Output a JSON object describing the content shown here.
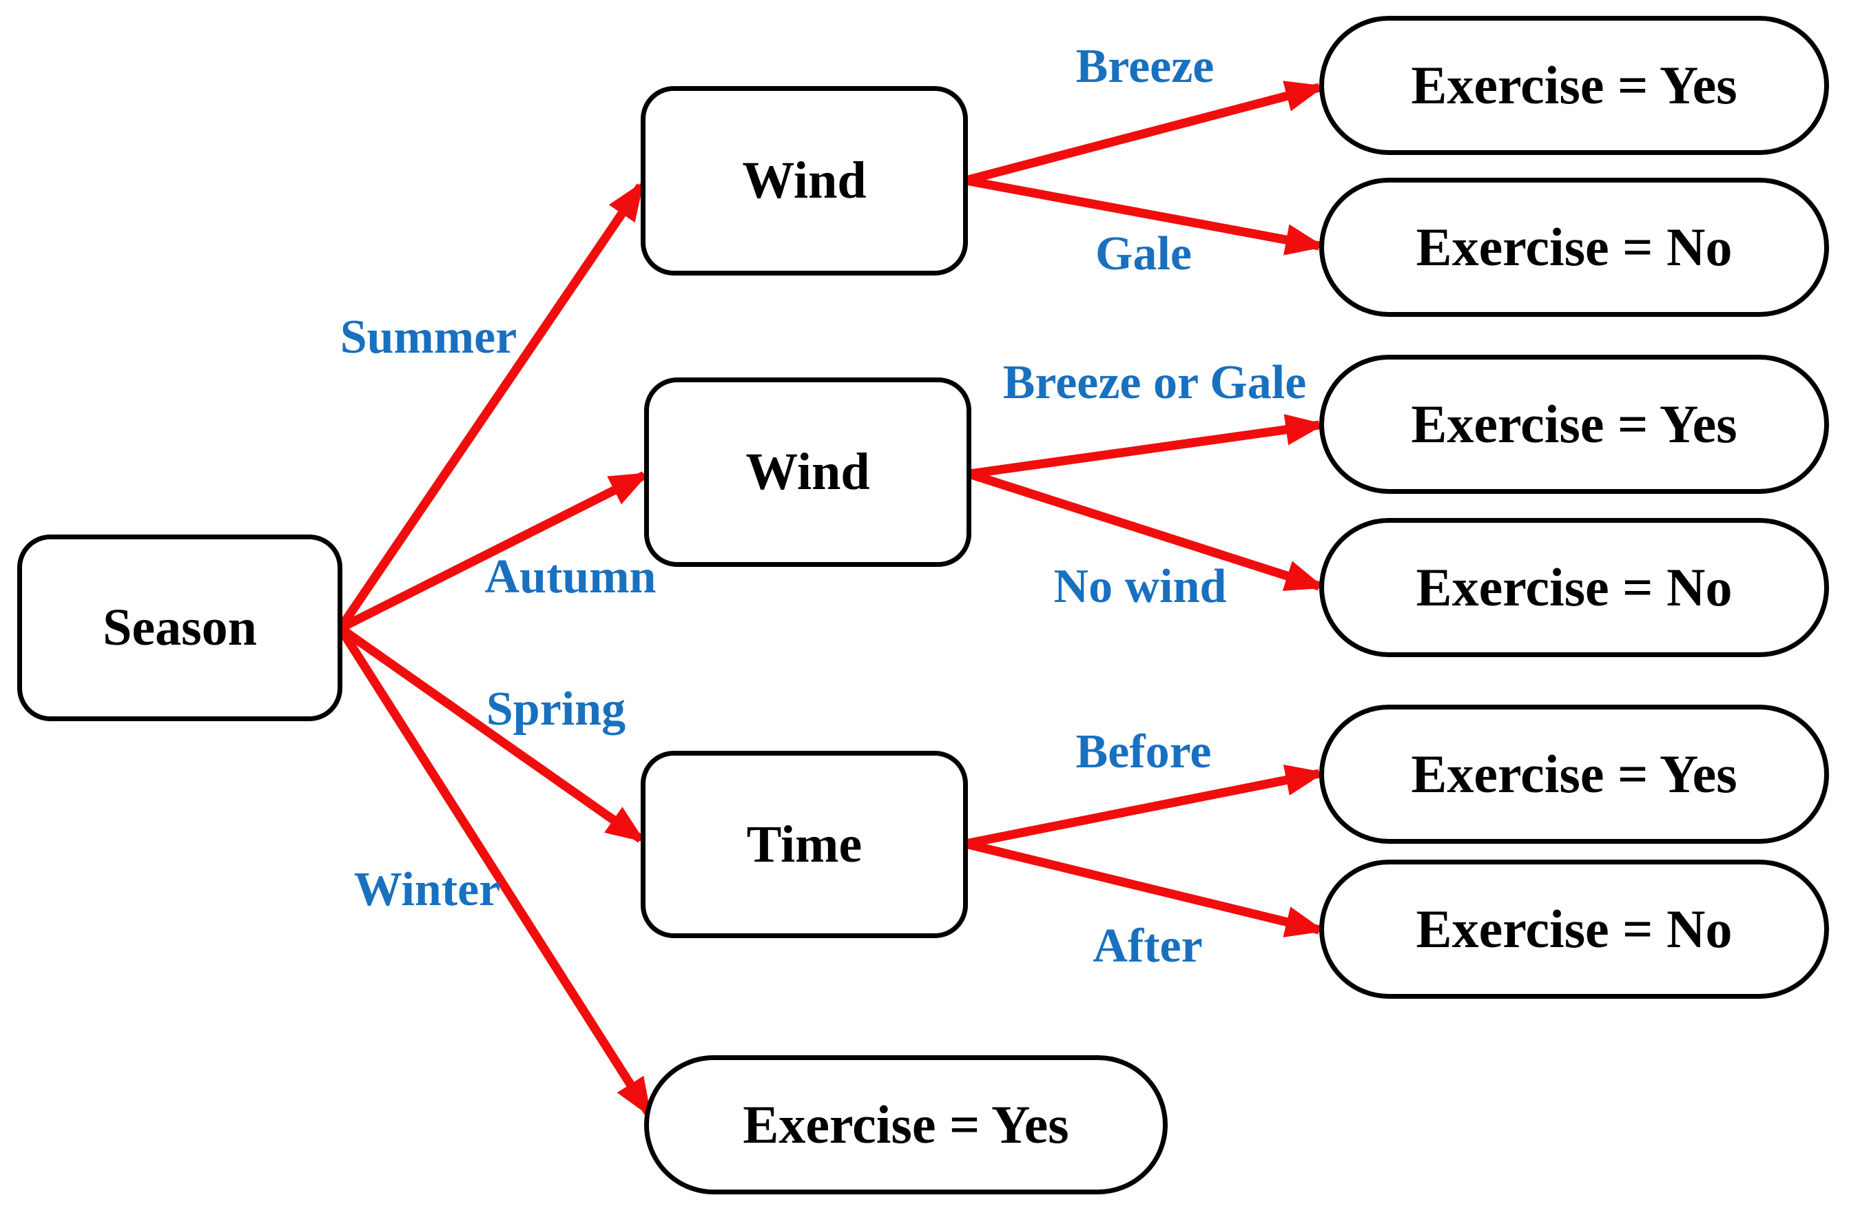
{
  "diagram": {
    "colors": {
      "arrow": "#f10d0d",
      "edge_label_text": "#1970bf",
      "node_border": "#000000",
      "node_text": "#000000",
      "background": "#ffffff"
    },
    "root": {
      "label": "Season"
    },
    "decision_nodes": [
      {
        "id": "wind-summer",
        "label": "Wind"
      },
      {
        "id": "wind-autumn",
        "label": "Wind"
      },
      {
        "id": "time-spring",
        "label": "Time"
      }
    ],
    "leaf_nodes": [
      {
        "id": "leaf-summer-breeze",
        "label": "Exercise = Yes"
      },
      {
        "id": "leaf-summer-gale",
        "label": "Exercise = No"
      },
      {
        "id": "leaf-autumn-wind",
        "label": "Exercise = Yes"
      },
      {
        "id": "leaf-autumn-no-wind",
        "label": "Exercise = No"
      },
      {
        "id": "leaf-spring-before",
        "label": "Exercise = Yes"
      },
      {
        "id": "leaf-spring-after",
        "label": "Exercise = No"
      },
      {
        "id": "leaf-winter",
        "label": "Exercise = Yes"
      }
    ],
    "edge_labels": [
      {
        "id": "summer",
        "label": "Summer"
      },
      {
        "id": "autumn",
        "label": "Autumn"
      },
      {
        "id": "spring",
        "label": "Spring"
      },
      {
        "id": "winter",
        "label": "Winter"
      },
      {
        "id": "breeze",
        "label": "Breeze"
      },
      {
        "id": "gale",
        "label": "Gale"
      },
      {
        "id": "breeze-or-gale",
        "label": "Breeze or Gale"
      },
      {
        "id": "no-wind",
        "label": "No wind"
      },
      {
        "id": "before",
        "label": "Before"
      },
      {
        "id": "after",
        "label": "After"
      }
    ]
  }
}
